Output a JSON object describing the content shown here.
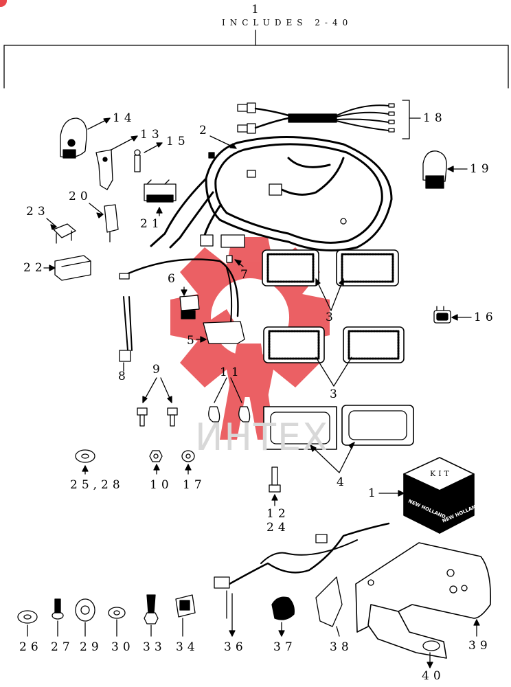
{
  "header": {
    "assembly_number": "1",
    "includes_text": "INCLUDES 2-40"
  },
  "watermark": {
    "text": "ИНТЕХ",
    "color": "#e8454a"
  },
  "kit_box": {
    "label": "KIT",
    "brand_left": "NEW HOLLAND",
    "brand_right": "NEW HOLLAND"
  },
  "colors": {
    "line": "#000000",
    "accent": "#e8454a"
  },
  "callouts": [
    {
      "id": "c1",
      "text": "1"
    },
    {
      "id": "c2",
      "text": "2"
    },
    {
      "id": "c3a",
      "text": "3"
    },
    {
      "id": "c3b",
      "text": "3"
    },
    {
      "id": "c4",
      "text": "4"
    },
    {
      "id": "c5",
      "text": "5"
    },
    {
      "id": "c6",
      "text": "6"
    },
    {
      "id": "c7",
      "text": "7"
    },
    {
      "id": "c8",
      "text": "8"
    },
    {
      "id": "c9",
      "text": "9"
    },
    {
      "id": "c10",
      "text": "10"
    },
    {
      "id": "c11",
      "text": "11"
    },
    {
      "id": "c12",
      "text": "12"
    },
    {
      "id": "c24",
      "text": "24"
    },
    {
      "id": "c13",
      "text": "13"
    },
    {
      "id": "c14",
      "text": "14"
    },
    {
      "id": "c15",
      "text": "15"
    },
    {
      "id": "c16",
      "text": "16"
    },
    {
      "id": "c17",
      "text": "17"
    },
    {
      "id": "c18",
      "text": "18"
    },
    {
      "id": "c19",
      "text": "19"
    },
    {
      "id": "c20",
      "text": "20"
    },
    {
      "id": "c21",
      "text": "21"
    },
    {
      "id": "c22",
      "text": "22"
    },
    {
      "id": "c23",
      "text": "23"
    },
    {
      "id": "c2528",
      "text": "25,28"
    },
    {
      "id": "c26",
      "text": "26"
    },
    {
      "id": "c27",
      "text": "27"
    },
    {
      "id": "c29",
      "text": "29"
    },
    {
      "id": "c30",
      "text": "30"
    },
    {
      "id": "c33",
      "text": "33"
    },
    {
      "id": "c34",
      "text": "34"
    },
    {
      "id": "c36",
      "text": "36"
    },
    {
      "id": "c37",
      "text": "37"
    },
    {
      "id": "c38",
      "text": "38"
    },
    {
      "id": "c39",
      "text": "39"
    },
    {
      "id": "c40",
      "text": "40"
    }
  ]
}
